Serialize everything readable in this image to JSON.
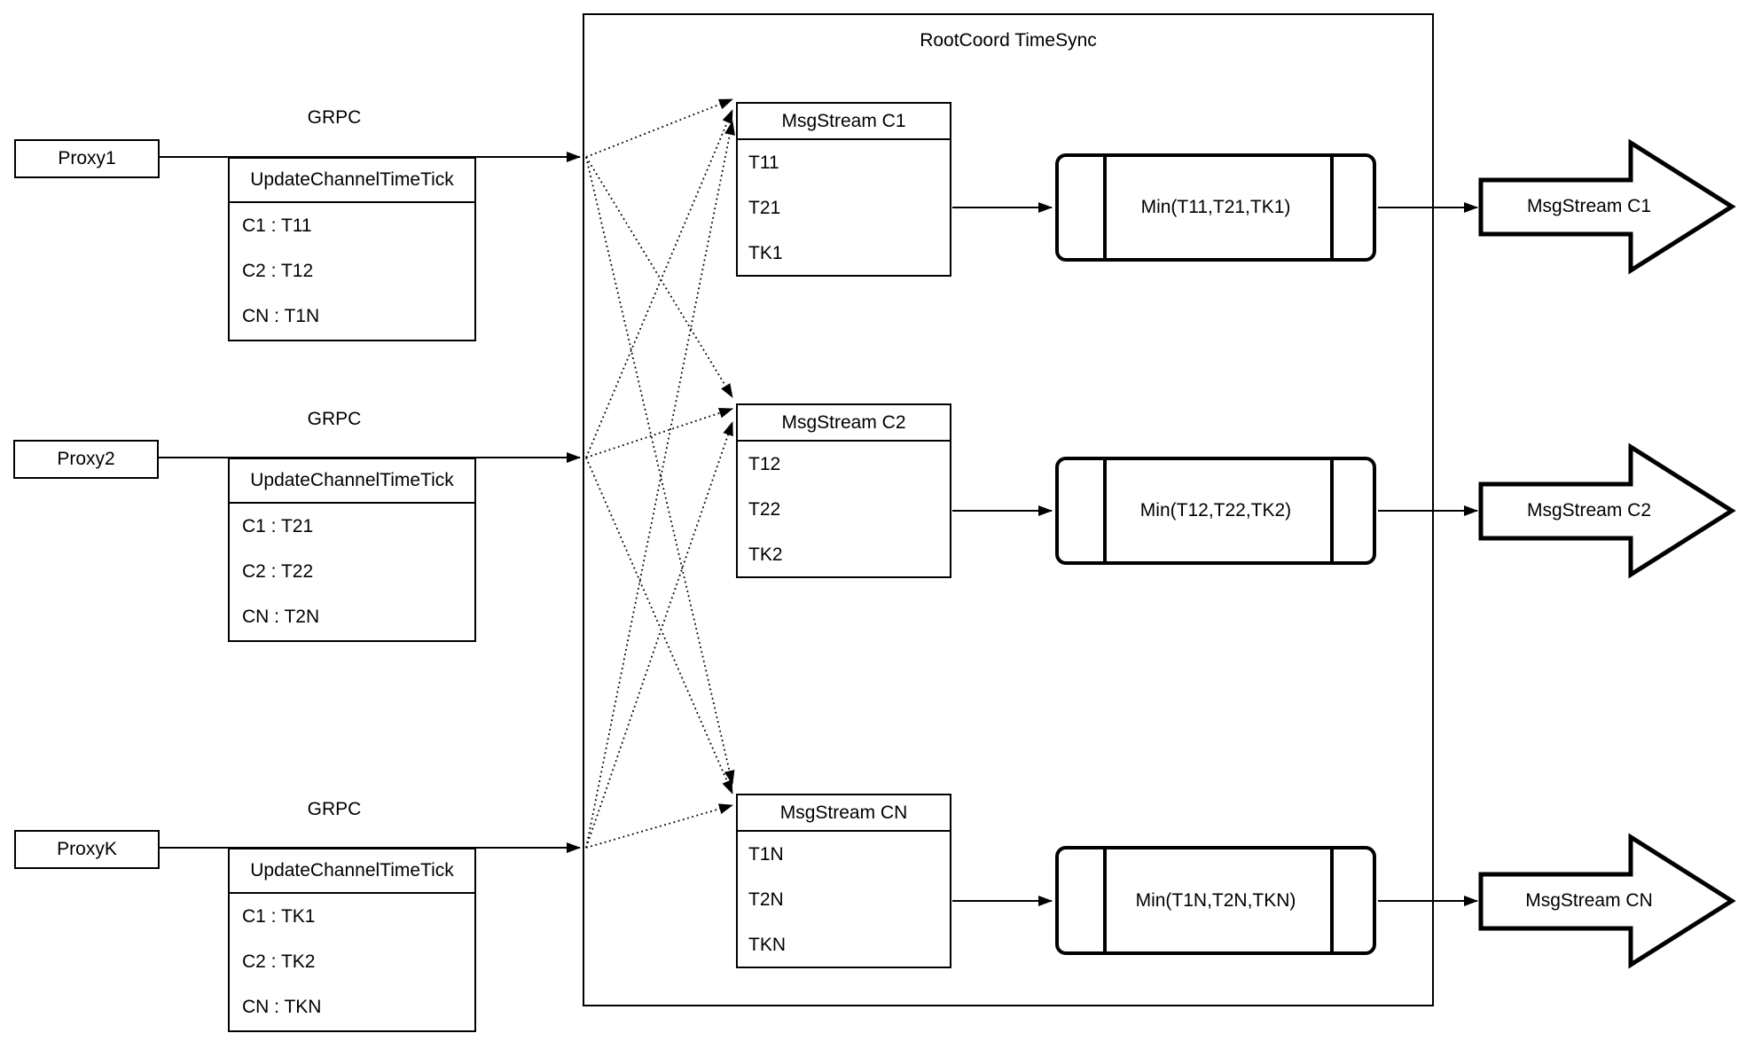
{
  "diagram": {
    "container_title": "RootCoord TimeSync",
    "grpc_label": "GRPC",
    "colors": {
      "stroke": "#000000",
      "background": "#ffffff"
    },
    "proxies": [
      {
        "name": "Proxy1",
        "table_header": "UpdateChannelTimeTick",
        "rows": [
          "C1 :  T11",
          "C2 :  T12",
          "CN : T1N"
        ]
      },
      {
        "name": "Proxy2",
        "table_header": "UpdateChannelTimeTick",
        "rows": [
          "C1 :  T21",
          "C2 :  T22",
          "CN : T2N"
        ]
      },
      {
        "name": "ProxyK",
        "table_header": "UpdateChannelTimeTick",
        "rows": [
          "C1 :  TK1",
          "C2 :  TK2",
          "CN : TKN"
        ]
      }
    ],
    "streams": [
      {
        "header": "MsgStream C1",
        "rows": [
          "T11",
          "T21",
          "TK1"
        ],
        "min_label": "Min(T11,T21,TK1)",
        "output_label": "MsgStream C1"
      },
      {
        "header": "MsgStream C2",
        "rows": [
          "T12",
          "T22",
          "TK2"
        ],
        "min_label": "Min(T12,T22,TK2)",
        "output_label": "MsgStream C2"
      },
      {
        "header": "MsgStream CN",
        "rows": [
          "T1N",
          "T2N",
          "TKN"
        ],
        "min_label": "Min(T1N,T2N,TKN)",
        "output_label": "MsgStream CN"
      }
    ]
  }
}
